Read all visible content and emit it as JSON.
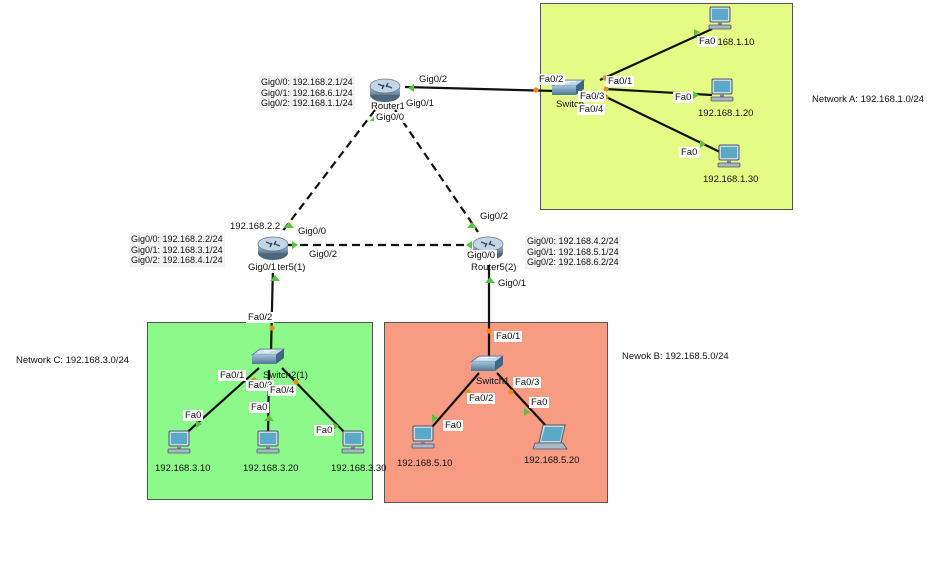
{
  "networks": {
    "a": {
      "label": "Network A: 192.168.1.0/24",
      "color": "#e4fc86"
    },
    "b": {
      "label": "Newok B: 192.168.5.0/24",
      "color": "#f79b83"
    },
    "c": {
      "label": "Network C: 192.168.3.0/24",
      "color": "#8cf98a"
    }
  },
  "routers": {
    "r1": {
      "name": "Router1",
      "config": [
        "Gig0/0: 192.168.2.1/24",
        "Gig0/1: 192.168.6.1/24",
        "Gig0/2: 192.168.1.1/24"
      ]
    },
    "r5_1": {
      "name": "Router5(1)",
      "config": [
        "Gig0/0: 192.168.2.2/24",
        "Gig0/1: 192.168.3.1/24",
        "Gig0/2: 192.168.4.1/24"
      ],
      "note": "192.168.2.2"
    },
    "r5_2": {
      "name": "Router5(2)",
      "config": [
        "Gig0/0: 192.168.4.2/24",
        "Gig0/1: 192.168.5.1/24",
        "Gig0/2: 192.168.6.2/24"
      ]
    }
  },
  "switches": {
    "s_a": {
      "name": "Switch"
    },
    "s_b": {
      "name": "Switch1"
    },
    "s_c": {
      "name": "Switch2(1)"
    }
  },
  "hosts": {
    "pc_a1": {
      "ip": "192.168.1.10"
    },
    "pc_a2": {
      "ip": "192.168.1.20"
    },
    "pc_a3": {
      "ip": "192.168.1.30"
    },
    "pc_c1": {
      "ip": "192.168.3.10"
    },
    "pc_c2": {
      "ip": "192.168.3.20"
    },
    "pc_c3": {
      "ip": "192.168.3.30"
    },
    "pc_b1": {
      "ip": "192.168.5.10"
    },
    "laptop_b2": {
      "ip": "192.168.5.20"
    }
  },
  "ports": {
    "gig0_0": "Gig0/0",
    "gig0_1": "Gig0/1",
    "gig0_2": "Gig0/2",
    "fa0": "Fa0",
    "fa0_1": "Fa0/1",
    "fa0_2": "Fa0/2",
    "fa0_3": "Fa0/3",
    "fa0_4": "Fa0/4"
  },
  "colors": {
    "link": "#111111",
    "port_up": "#5cc13c",
    "port_blocked": "#f08a1a",
    "pc_screen": "#5aa9c8"
  }
}
